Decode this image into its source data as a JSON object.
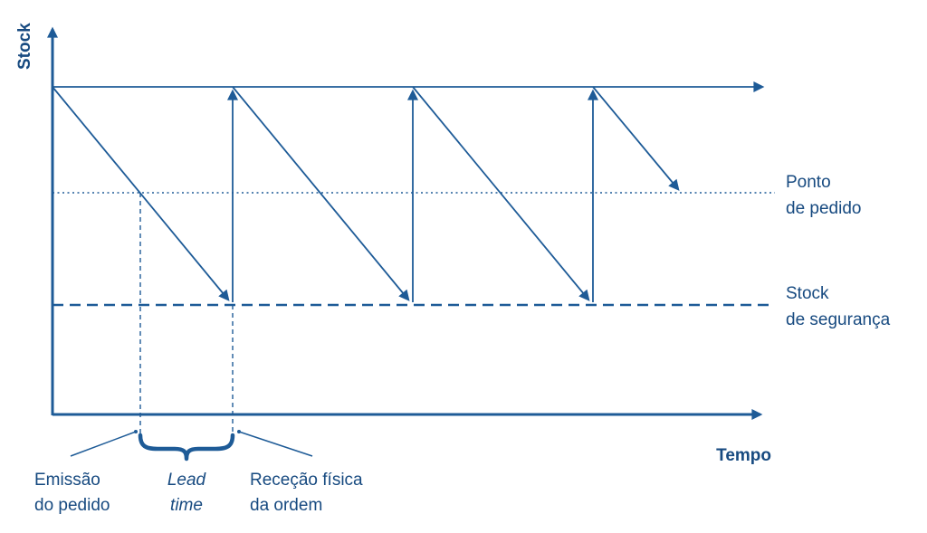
{
  "colors": {
    "line": "#1e5b97",
    "text": "#174a80"
  },
  "axes": {
    "y": "Stock",
    "x": "Tempo"
  },
  "annotations": {
    "reorder_point": [
      "Ponto",
      "de pedido"
    ],
    "safety_stock": [
      "Stock",
      "de segurança"
    ],
    "order_issue": [
      "Emissão",
      "do pedido"
    ],
    "lead_time": [
      "Lead",
      "time"
    ],
    "order_reception": [
      "Receção física",
      "da ordem"
    ]
  }
}
